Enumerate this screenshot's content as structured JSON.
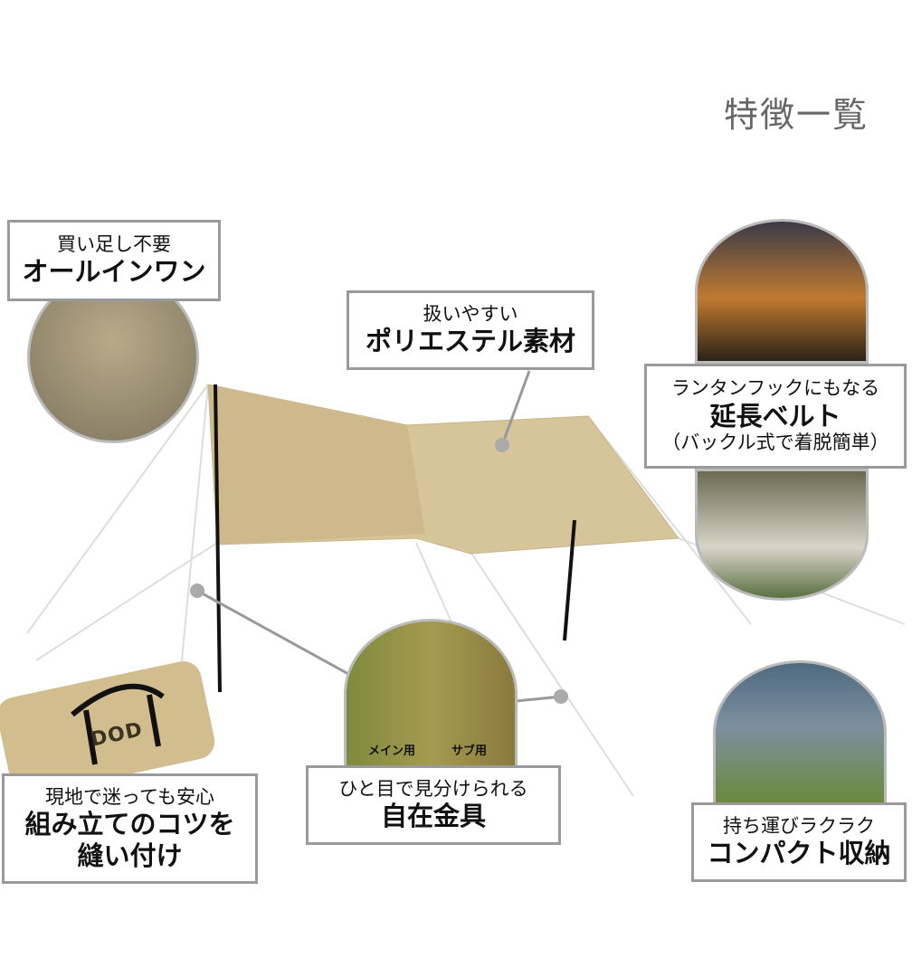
{
  "title": "特徴一覧",
  "features": [
    {
      "sub": "買い足し不要",
      "main": "オールインワン"
    },
    {
      "sub": "扱いやすい",
      "main": "ポリエステル素材"
    },
    {
      "sub": "ランタンフックにもなる",
      "main": "延長ベルト",
      "note": "（バックル式で着脱簡単）"
    },
    {
      "sub": "現地で迷っても安心",
      "main": "組み立てのコツを",
      "main2": "縫い付け"
    },
    {
      "sub": "ひと目で見分けられる",
      "main": "自在金具"
    },
    {
      "sub": "持ち運びラクラク",
      "main": "コンパクト収納"
    }
  ],
  "photo_labels": {
    "main_use": "メイン用",
    "sub_use": "サブ用"
  },
  "brand": "DOD",
  "colors": {
    "tarp": "#d6c49a",
    "box_border": "#9a9a9a",
    "title": "#666666",
    "dot": "#aaaaaa"
  }
}
